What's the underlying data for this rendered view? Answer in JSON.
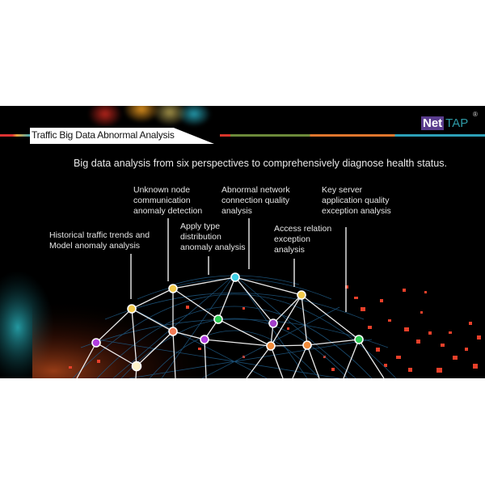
{
  "header": {
    "title": "Traffic Big Data Abnormal Analysis",
    "logo": {
      "part1": "Net",
      "part2": "TAP",
      "registered": "®"
    },
    "accent_colors": [
      "#d8352a",
      "#6c8a3a",
      "#e0762d",
      "#2ca0b8"
    ]
  },
  "subtitle": "Big data analysis from six perspectives to comprehensively diagnose health status.",
  "perspectives": [
    {
      "lines": [
        "Historical traffic trends and",
        "Model anomaly analysis"
      ]
    },
    {
      "lines": [
        "Unknown node",
        "communication",
        "anomaly detection"
      ]
    },
    {
      "lines": [
        "Apply type",
        "distribution",
        "anomaly analysis"
      ]
    },
    {
      "lines": [
        "Abnormal network",
        "connection quality",
        "analysis"
      ]
    },
    {
      "lines": [
        "Access relation",
        "exception",
        "analysis"
      ]
    },
    {
      "lines": [
        "Key server",
        "application quality",
        "exception analysis"
      ]
    }
  ],
  "graphic": {
    "description": "network-globe",
    "node_colors": {
      "yellow": "#f2c94c",
      "cyan": "#3fd0e6",
      "green": "#2ecc55",
      "purple": "#a23fc9",
      "violet": "#b13ee0",
      "orange": "#ef8a3a",
      "cream": "#fff3c8",
      "salmon": "#f07a55"
    }
  }
}
